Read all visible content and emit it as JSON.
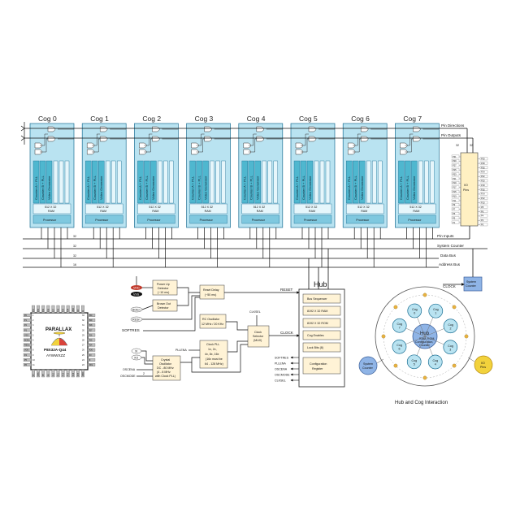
{
  "cogs": [
    "Cog 0",
    "Cog 1",
    "Cog 2",
    "Cog 3",
    "Cog 4",
    "Cog 5",
    "Cog 6",
    "Cog 7"
  ],
  "cog_parts": {
    "ram": [
      "512 X 32",
      "RAM"
    ],
    "processor": "Processor",
    "columns": [
      "Counter A + PLL",
      "Counter B + PLL",
      "Video Generator"
    ]
  },
  "bus_labels": {
    "pin_directions": "Pin Directions",
    "pin_outputs": "Pin Outputs",
    "pin_inputs": "Pin Inputs",
    "system_counter": "System Counter",
    "data_bus": "Data Bus",
    "address_bus": "Address Bus",
    "width_32": "32",
    "width_16": "16"
  },
  "io_pins": {
    "title": "I/O",
    "subtitle": "Pins",
    "bus_left": "32",
    "bus_right": "32",
    "pins": [
      "P31",
      "P30",
      "P29",
      "P28",
      "P27",
      "P26",
      "P25",
      "P24",
      "P23",
      "P22",
      "P21",
      "P20",
      "P19",
      "P18",
      "P17",
      "P16",
      "P15",
      "P14",
      "P13",
      "P12",
      "P11",
      "P10",
      "P9",
      "P8",
      "P7",
      "P6",
      "P5",
      "P4",
      "P3",
      "P2",
      "P1",
      "P0"
    ]
  },
  "clock_labels": {
    "clock": "CLOCK",
    "system_counter": [
      "System",
      "Counter"
    ]
  },
  "hub": {
    "title": "Hub",
    "blocks": [
      "Bus Sequencer",
      "8192 X 32 RAM",
      "8192 X 32 ROM",
      "Cog Enables",
      "Lock Bits (8)"
    ],
    "config": [
      "Configuration",
      "Register"
    ],
    "inputs": [
      "RESET",
      "CLOCK",
      "SOFTRES",
      "PLLENA",
      "OSCENA",
      "OSCMODE",
      "CLKSEL"
    ]
  },
  "power": {
    "vdd": "VDD",
    "vss": "VSS",
    "boen": "BOEn",
    "resn": "RESn",
    "softres": "SOFTRES",
    "power_up": [
      "Power Up",
      "Detector",
      "(~10 ms)"
    ],
    "brown_out": [
      "Brown Out",
      "Detector"
    ],
    "reset_delay": [
      "Reset Delay",
      "(~50 ms)"
    ],
    "rc_osc": [
      "RC Oscillator",
      "12 MHz / 20 KHz"
    ],
    "clksel": "CLKSEL",
    "clock_selector": [
      "Clock",
      "Selector",
      "(MUX)"
    ],
    "pllena": "PLLENA",
    "clock_pll": [
      "Clock PLL",
      "1x, 2x,",
      "4x, 8x, 16x",
      "(16x must be",
      "64 - 128 MHz)"
    ],
    "crystal": [
      "Crystal",
      "Oscillator",
      "DC - 80 MHz",
      "(4 - 8 MHz",
      "with Clock PLL)"
    ],
    "xi": "XI",
    "xo": "XO",
    "oscena": "OSCENA",
    "oscmode": "OSCMODE",
    "width_2": "2"
  },
  "chip": {
    "logo": "PARALLAX",
    "part": "P8X32A-Q44",
    "date_code": "AYWWXZZ",
    "left_pins": [
      "P0",
      "P1",
      "P2",
      "P3",
      "VSS",
      "BOEn",
      "RESn",
      "VDD",
      "P4",
      "P5",
      "P6"
    ],
    "right_pins": [
      "P30",
      "P29",
      "P28",
      "P27",
      "P26",
      "P25",
      "P24",
      "VDD",
      "XO",
      "XI",
      "VSS"
    ],
    "top_pins": [
      "P31",
      "P30",
      "P29",
      "P28",
      "P27",
      "P26",
      "P25",
      "P24",
      "VDD",
      "XO",
      "XI"
    ],
    "bottom_pins": [
      "P7",
      "VSS",
      "P8",
      "P9",
      "P10",
      "P11",
      "P12",
      "P13",
      "P14",
      "P15",
      "VDD"
    ],
    "left_nums": [
      "1",
      "2",
      "3",
      "4",
      "5",
      "6",
      "7",
      "8",
      "9",
      "10",
      "11"
    ],
    "right_nums": [
      "33",
      "32",
      "31",
      "30",
      "29",
      "28",
      "27",
      "26",
      "25",
      "24",
      "23"
    ]
  },
  "round": {
    "title": "Hub and Cog Interaction",
    "hub": "Hub",
    "hub_sub": [
      "RAM, ROM,",
      "Configuration,",
      "Counter"
    ],
    "cogs": [
      "Cog 0",
      "Cog 1",
      "Cog 2",
      "Cog 3",
      "Cog 4",
      "Cog 5",
      "Cog 6",
      "Cog 7"
    ],
    "system_counter": [
      "System",
      "Counter"
    ],
    "io_pins": [
      "I/O",
      "Pins"
    ]
  },
  "colors": {
    "cog_fill": "#b9e3f1",
    "cog_stroke": "#1c6f94",
    "column_fill": "#4fb7cf",
    "processor_fill": "#7fc8df",
    "block_fill": "#fff3d6",
    "io_fill": "#fff0c2",
    "hub_fill": "#ffffff",
    "system_counter_fill": "#8fb4e6",
    "gold": "#e9b23f"
  }
}
